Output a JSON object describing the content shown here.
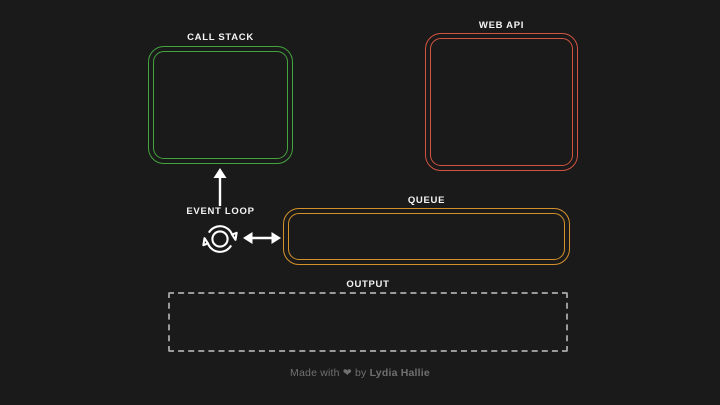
{
  "diagram": {
    "call_stack": {
      "label": "CALL STACK"
    },
    "web_api": {
      "label": "WEB API"
    },
    "queue": {
      "label": "QUEUE"
    },
    "event_loop": {
      "label": "EVENT LOOP"
    },
    "output": {
      "label": "OUTPUT"
    }
  },
  "icons": {
    "event_loop_sync": "sync-cycle-icon",
    "up_arrow": "arrow-up",
    "double_arrow": "arrow-left-right",
    "heart": "❤"
  },
  "footer": {
    "made_with": "Made with",
    "by": "by",
    "author": "Lydia Hallie"
  },
  "colors": {
    "background": "#1a1a1a",
    "call_stack_border": "#45a33f",
    "web_api_border": "#d25440",
    "queue_border": "#d3912c",
    "output_border": "#9a9a9a",
    "label_text": "#f5f5f5",
    "footer_text": "#707070",
    "arrow": "#ffffff"
  }
}
